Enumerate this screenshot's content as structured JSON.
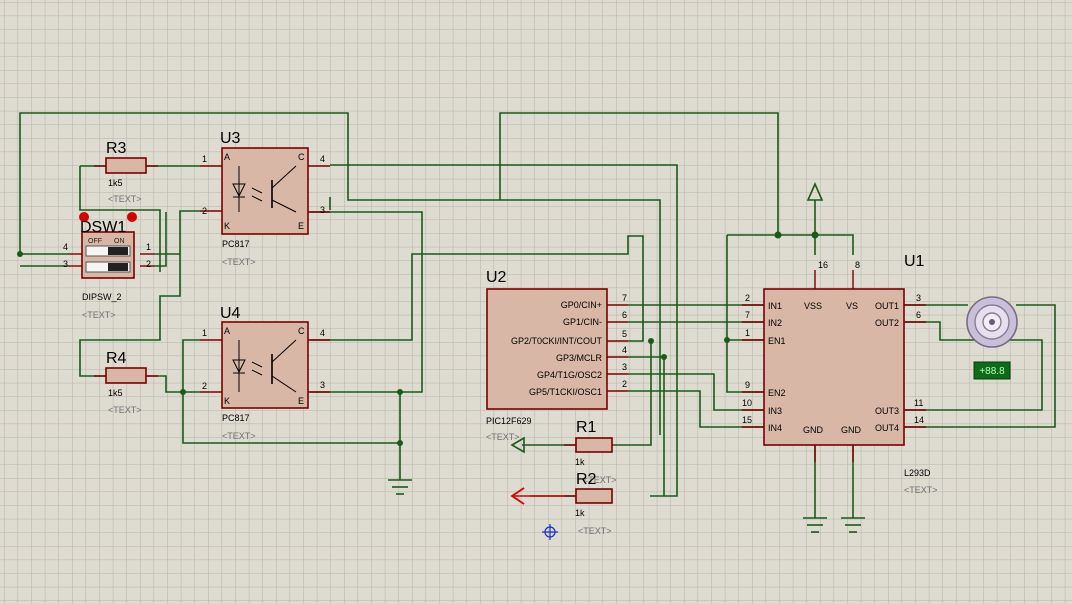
{
  "components": {
    "r3": {
      "ref": "R3",
      "value": "1k5",
      "text": "<TEXT>"
    },
    "r4": {
      "ref": "R4",
      "value": "1k5",
      "text": "<TEXT>"
    },
    "r1": {
      "ref": "R1",
      "value": "1k",
      "text": "<TEXT>"
    },
    "r2": {
      "ref": "R2",
      "value": "1k",
      "text": "<TEXT>"
    },
    "dsw1": {
      "ref": "DSW1",
      "value": "DIPSW_2",
      "text": "<TEXT>",
      "off": "OFF",
      "on": "ON",
      "pins": [
        "4",
        "3",
        "1",
        "2"
      ]
    },
    "u3": {
      "ref": "U3",
      "value": "PC817",
      "text": "<TEXT>",
      "pins": [
        "1",
        "2",
        "4",
        "3"
      ],
      "labels": [
        "A",
        "K",
        "C",
        "E"
      ]
    },
    "u4": {
      "ref": "U4",
      "value": "PC817",
      "text": "<TEXT>",
      "pins": [
        "1",
        "2",
        "4",
        "3"
      ],
      "labels": [
        "A",
        "K",
        "C",
        "E"
      ]
    },
    "u2": {
      "ref": "U2",
      "value": "PIC12F629",
      "text": "<TEXT>",
      "pins": [
        {
          "num": "7",
          "name": "GP0/CIN+"
        },
        {
          "num": "6",
          "name": "GP1/CIN-"
        },
        {
          "num": "5",
          "name": "GP2/T0CKI/INT/COUT"
        },
        {
          "num": "4",
          "name": "GP3/MCLR"
        },
        {
          "num": "3",
          "name": "GP4/T1G/OSC2"
        },
        {
          "num": "2",
          "name": "GP5/T1CKI/OSC1"
        }
      ]
    },
    "u1": {
      "ref": "U1",
      "value": "L293D",
      "text": "<TEXT>",
      "left_pins": [
        {
          "num": "2",
          "name": "IN1"
        },
        {
          "num": "7",
          "name": "IN2"
        },
        {
          "num": "1",
          "name": "EN1"
        },
        {
          "num": "9",
          "name": "EN2"
        },
        {
          "num": "10",
          "name": "IN3"
        },
        {
          "num": "15",
          "name": "IN4"
        }
      ],
      "right_pins": [
        {
          "num": "3",
          "name": "OUT1"
        },
        {
          "num": "6",
          "name": "OUT2"
        },
        {
          "num": "11",
          "name": "OUT3"
        },
        {
          "num": "14",
          "name": "OUT4"
        }
      ],
      "top_pins": [
        {
          "num": "16",
          "name": "VSS"
        },
        {
          "num": "8",
          "name": "VS"
        }
      ],
      "bottom_labels": [
        "GND",
        "GND"
      ]
    },
    "motor": {
      "readout": "+88.8"
    }
  },
  "colors": {
    "background": "#dedbd0",
    "grid": "#b5b2a6",
    "wire": "#1a5a1a",
    "component_fill": "#d9b7a6",
    "component_stroke": "#7a0000",
    "terminal_red": "#d40000",
    "marker": "#1a2fd0",
    "readout_bg": "#0e6b1a",
    "readout_fg": "#b7ffb0"
  }
}
